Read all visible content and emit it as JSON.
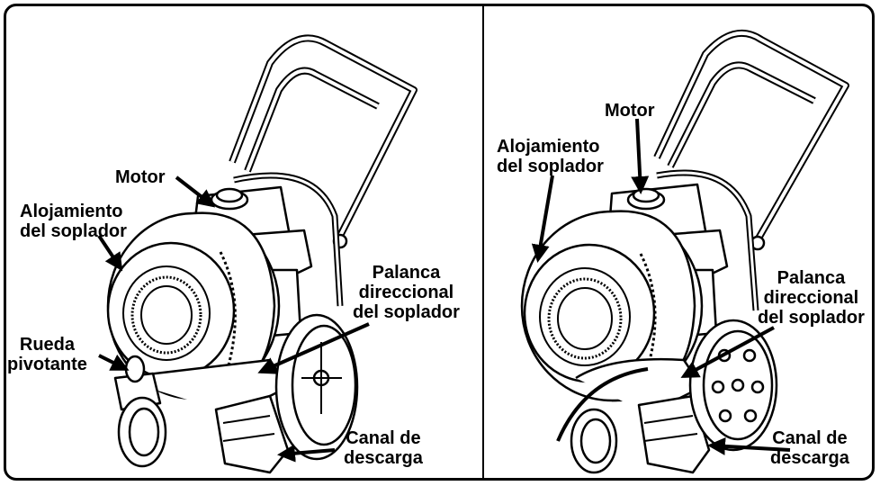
{
  "panels": [
    {
      "labels": {
        "motor": "Motor",
        "housing_line1": "Alojamiento",
        "housing_line2": "del soplador",
        "lever_line1": "Palanca",
        "lever_line2": "direccional",
        "lever_line3": "del soplador",
        "caster_line1": "Rueda",
        "caster_line2": "pivotante",
        "chute_line1": "Canal de",
        "chute_line2": "descarga"
      }
    },
    {
      "labels": {
        "motor": "Motor",
        "housing_line1": "Alojamiento",
        "housing_line2": "del soplador",
        "lever_line1": "Palanca",
        "lever_line2": "direccional",
        "lever_line3": "del soplador",
        "chute_line1": "Canal de",
        "chute_line2": "descarga"
      }
    }
  ],
  "colors": {
    "line": "#000000",
    "background": "#ffffff"
  }
}
